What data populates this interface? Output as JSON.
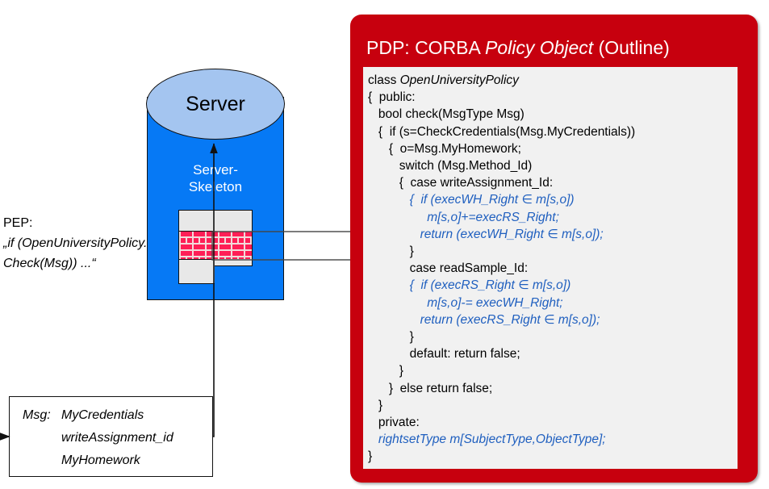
{
  "diagram": {
    "server_label": "Server",
    "skeleton_label": "Server-\nSkeleton",
    "skeleton_line1": "Server-",
    "skeleton_line2": "Skeleton",
    "pep": {
      "title": "PEP:",
      "line1": "„if (OpenUniversityPolicy.",
      "line2": "Check(Msg)) ...“"
    },
    "msg": {
      "key": "Msg:",
      "values": [
        "MyCredentials",
        "writeAssignment_id",
        "MyHomework"
      ]
    },
    "colors": {
      "server_body": "#0679F5",
      "server_cap": "#A4C5F0",
      "firewall_box": "#E8E8E8",
      "brick": "#FF1E56",
      "panel_red": "#C7000E",
      "code_bg": "#F1F1F1",
      "code_blue": "#1F5FBF"
    }
  },
  "pdp": {
    "title_plain_1": "PDP: CORBA ",
    "title_italic": "Policy Object",
    "title_plain_2": " (Outline)",
    "code_lines": [
      {
        "text": "class ",
        "italic_tail": "OpenUniversityPolicy",
        "indent": 0,
        "blue": false
      },
      {
        "text": "{  public:",
        "indent": 0,
        "blue": false
      },
      {
        "text": "   bool check(MsgType Msg)",
        "indent": 0,
        "blue": false
      },
      {
        "text": "   {  if (s=CheckCredentials(Msg.MyCredentials))",
        "indent": 0,
        "blue": false
      },
      {
        "text": "      {  o=Msg.MyHomework;",
        "indent": 0,
        "blue": false
      },
      {
        "text": "         switch (Msg.Method_Id)",
        "indent": 0,
        "blue": false
      },
      {
        "text": "         {  case writeAssignment_Id:",
        "indent": 0,
        "blue": false
      },
      {
        "text": "            {  if (execWH_Right ∈ m[s,o])",
        "indent": 0,
        "blue": true
      },
      {
        "text": "                 m[s,o]+=execRS_Right;",
        "indent": 0,
        "blue": true
      },
      {
        "text": "               return (execWH_Right ∈ m[s,o]);",
        "indent": 0,
        "blue": true
      },
      {
        "text": "            }",
        "indent": 0,
        "blue": false
      },
      {
        "text": "            case readSample_Id:",
        "indent": 0,
        "blue": false
      },
      {
        "text": "            {  if (execRS_Right ∈ m[s,o])",
        "indent": 0,
        "blue": true
      },
      {
        "text": "                 m[s,o]-= execWH_Right;",
        "indent": 0,
        "blue": true
      },
      {
        "text": "               return (execRS_Right ∈ m[s,o]);",
        "indent": 0,
        "blue": true
      },
      {
        "text": "            }",
        "indent": 0,
        "blue": false
      },
      {
        "text": "            default: return false;",
        "indent": 0,
        "blue": false
      },
      {
        "text": "         }",
        "indent": 0,
        "blue": false
      },
      {
        "text": "      }  else return false;",
        "indent": 0,
        "blue": false
      },
      {
        "text": "   }",
        "indent": 0,
        "blue": false
      },
      {
        "text": "   private:",
        "indent": 0,
        "blue": false
      },
      {
        "text": "   rightsetType m[SubjectType,ObjectType];",
        "indent": 0,
        "blue": true
      },
      {
        "text": "}",
        "indent": 0,
        "blue": false
      }
    ]
  }
}
